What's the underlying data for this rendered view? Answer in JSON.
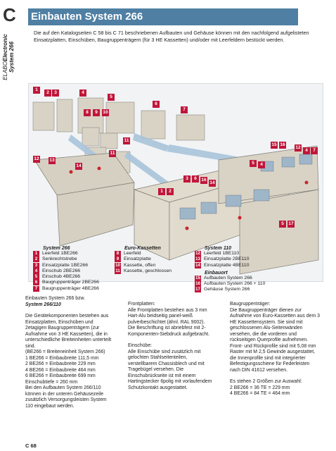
{
  "chapter_letter": "C",
  "side_brand_1": "ELABO",
  "side_brand_2": "Electronic",
  "side_system": "System 266",
  "title": "Einbauten System 266",
  "intro": "Die auf den Katalogseiten C 58 bis C 71 beschriebenen Aufbauten und Gehäuse können mit den nachfolgend aufgelisteten Einsatzplatten, Einschüben, Baugruppenträgern (für 3 HE Kassetten) und/oder mit Leerfeldern bestückt werden.",
  "figure_badges": [
    "1",
    "2",
    "3",
    "4",
    "5",
    "6",
    "7",
    "8",
    "9",
    "10",
    "11",
    "12",
    "13",
    "14",
    "15",
    "16",
    "12",
    "4",
    "7",
    "11",
    "1",
    "2",
    "3",
    "6",
    "16",
    "14",
    "5",
    "4",
    "5",
    "17"
  ],
  "legend": {
    "col1": {
      "title": "System 266",
      "items": [
        {
          "n": "1",
          "label": "Leerfeld 1BE266"
        },
        {
          "n": "2",
          "label": "Senkrechtstrebe"
        },
        {
          "n": "3",
          "label": "Einsatzplatte 1BE266"
        },
        {
          "n": "4",
          "label": "Einschub 2BE266"
        },
        {
          "n": "5",
          "label": "Einschub 4BE266"
        },
        {
          "n": "6",
          "label": "Baugruppenträger 2BE266"
        },
        {
          "n": "7",
          "label": "Baugruppenträger 4BE266"
        }
      ]
    },
    "col2": {
      "title": "Euro-Kassetten",
      "items": [
        {
          "n": "8",
          "label": "Leerfeld"
        },
        {
          "n": "9",
          "label": "Einsatzplatte"
        },
        {
          "n": "10",
          "label": "Kassette, offen"
        },
        {
          "n": "11",
          "label": "Kassette, geschlossen"
        }
      ]
    },
    "col3": {
      "title": "System 110",
      "items": [
        {
          "n": "12",
          "label": "Leerfeld 1BE110"
        },
        {
          "n": "13",
          "label": "Einsatzplatte 2BE110"
        },
        {
          "n": "14",
          "label": "Einsatzplatte 4BE110"
        }
      ],
      "title2": "Einbauort",
      "items2": [
        {
          "n": "15",
          "label": "Aufbauten System 266"
        },
        {
          "n": "16",
          "label": "Aufbauten System 266 + 110"
        },
        {
          "n": "17",
          "label": "Gehäuse System 266"
        }
      ]
    }
  },
  "col_left": {
    "line1": "Einbauten System 266 bzw.",
    "line2": "System 266/110",
    "para1": "Die Gerätekomponenten bestehen aus Einsatzplatten, Einschüben und 2etagigen Baugruppenträgern (zur Aufnahme von 3 HE Kassetten), die in unterschiedliche Breiteinheiten unterteilt sind.",
    "be_def": "(BE266 = Breiteneinheit System 266)",
    "rows": [
      "1 BE266 = Einbaubreite 111,5 mm",
      "2 BE266 = Einbaubreite 229 mm",
      "4 BE266 = Einbaubreite 464 mm",
      "6 BE266 = Einbaubreite 699 mm"
    ],
    "tiefe": "Einschubtiefe = 260 mm",
    "para2": "Bei den Aufbauten System 266/110 können in der unteren Gehäusezeile zusätzlich Versorgungsleisten System 110 eingebaut werden."
  },
  "col_mid": {
    "h1": "Frontplatten:",
    "p1": "Alle Frontplatten bestehen aus 3 mm Hart-Alu beidseitig panel-weiß pulverbeschichtet (ähnl. RAL 9002). Die Beschriftung ist abriebfest mit 2-Komponenten-Siebdruck aufgebracht.",
    "h2": "Einschübe:",
    "p2": "Alle Einschübe sind zusätzlich mit gelochten Stahlseitenteilen, verstellbarem Chassisblech und mit Tragebügel versehen. Die Einschubrückseite ist mit einem Hartingstecker 6polig mit vorlaufendem Schutzkontakt ausgestattet."
  },
  "col_right": {
    "h1": "Baugruppenträger:",
    "p1": "Die Baugruppenträger dienen zur Aufnahme von Euro-Kassetten aus dem 3 HE Kassettensystem. Sie sind mit geschlossenen Alu-Seitenwänden versehen, die die vorderen und rückseitigen Querprofile aufnehmen. Front- und Rückprofile sind mit 5,08 mm Raster mit M 2,5 Gewinde ausgestattet, die Innenprofile sind mit integrierter Befestigungsschiene für Federleisten nach DIN 41612 versehen.",
    "p2": "Es stehen 2 Größen zur Auswahl:",
    "rows": [
      "2 BE266 = 36 TE = 229 mm",
      "4 BE266 = 84 TE = 464 mm"
    ]
  },
  "page_number": "C 68",
  "colors": {
    "accent": "#4f7fa3",
    "badge": "#c0163a",
    "panel": "#c9c3b5"
  }
}
